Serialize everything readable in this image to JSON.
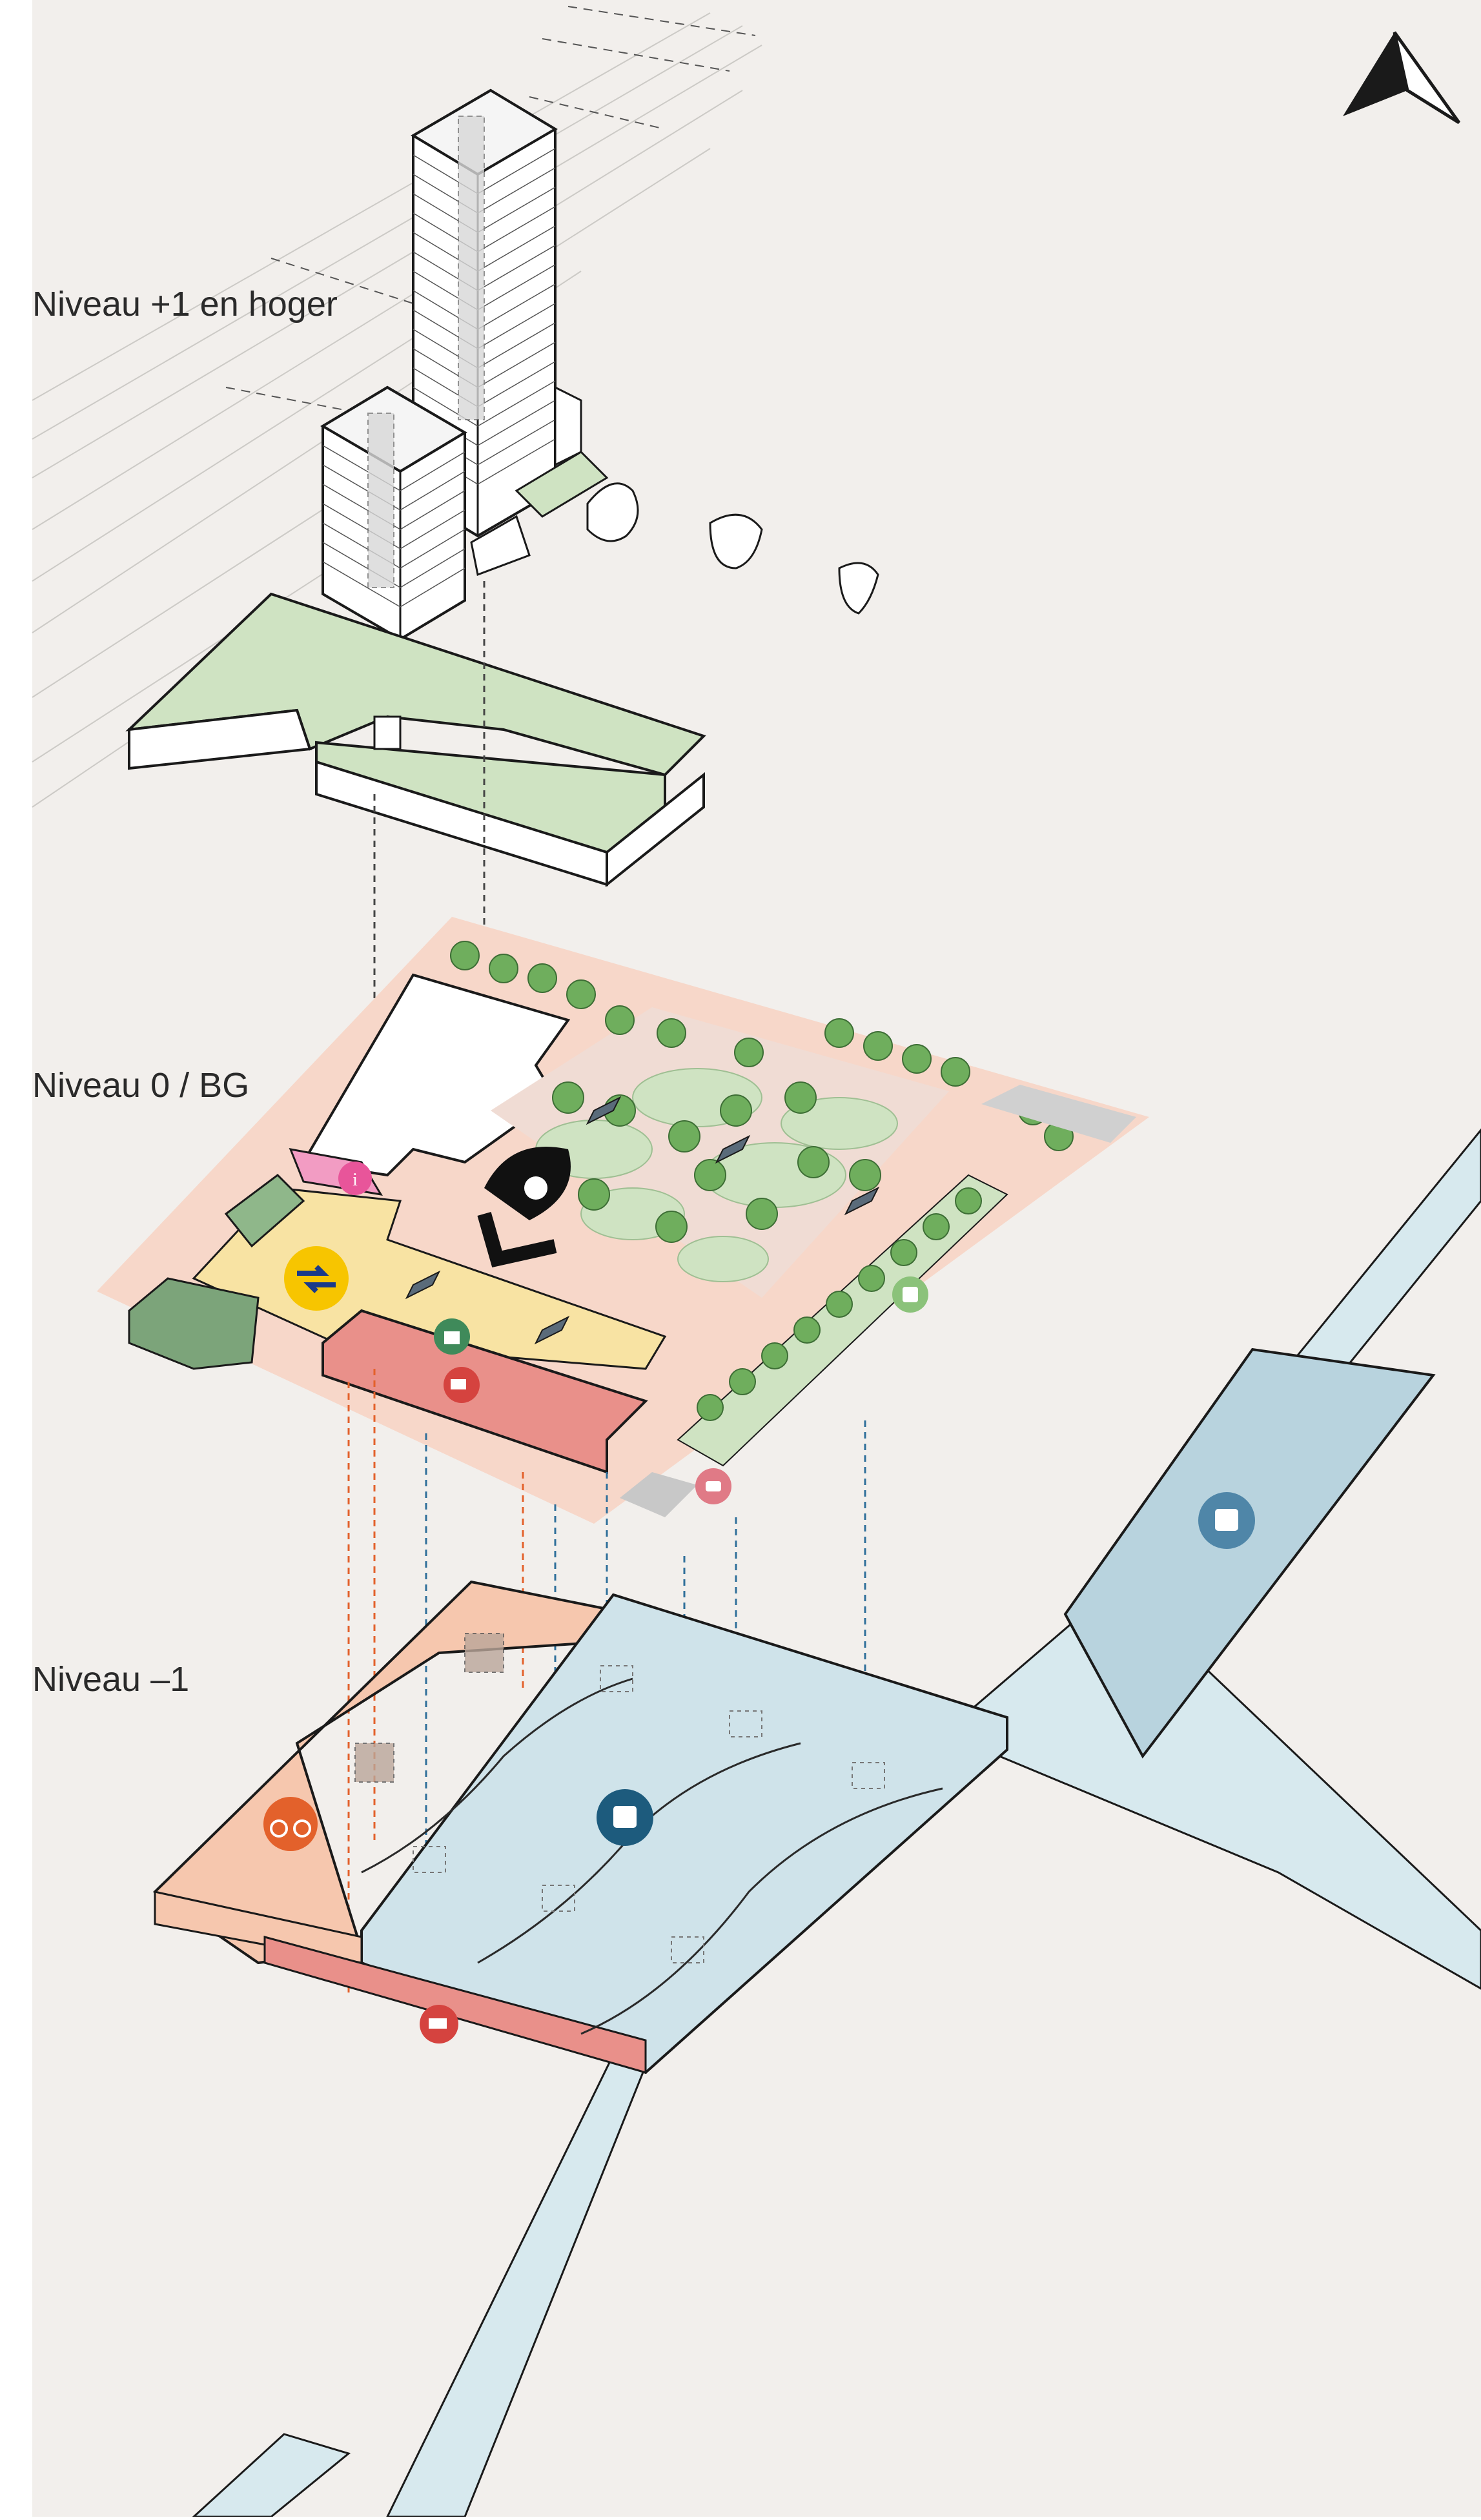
{
  "labels": {
    "level_upper": "Niveau +1 en hoger",
    "level_ground": "Niveau 0 / BG",
    "level_minus": "Niveau –1"
  },
  "icons": [
    {
      "name": "ns-train-icon",
      "color": "#f7c500"
    },
    {
      "name": "info-icon",
      "color": "#e8559a"
    },
    {
      "name": "shopping-bag-icon",
      "color": "#3f8a5a"
    },
    {
      "name": "delivery-truck-icon",
      "color": "#d5433f"
    },
    {
      "name": "bus-icon",
      "color": "#8bc27a"
    },
    {
      "name": "taxi-icon",
      "color": "#e07a86"
    },
    {
      "name": "bicycle-icon",
      "color": "#e3612b"
    },
    {
      "name": "bus-station-icon",
      "color": "#1d5b7d"
    },
    {
      "name": "underpass-bus-icon",
      "color": "#4f86a8"
    },
    {
      "name": "north-arrow-icon",
      "color": "#1a1a1a"
    },
    {
      "name": "landmark-eye-logo",
      "color": "#111111"
    }
  ],
  "colors": {
    "background": "#f2efec",
    "green_roof": "#cfe3c2",
    "tree_green": "#6fae5d",
    "plaza_pink": "#f7d7c9",
    "station_yellow": "#f8e3a3",
    "retail_red": "#e9908a",
    "bike_orange": "#f6c7ae",
    "bus_blue": "#cfe3ea"
  }
}
